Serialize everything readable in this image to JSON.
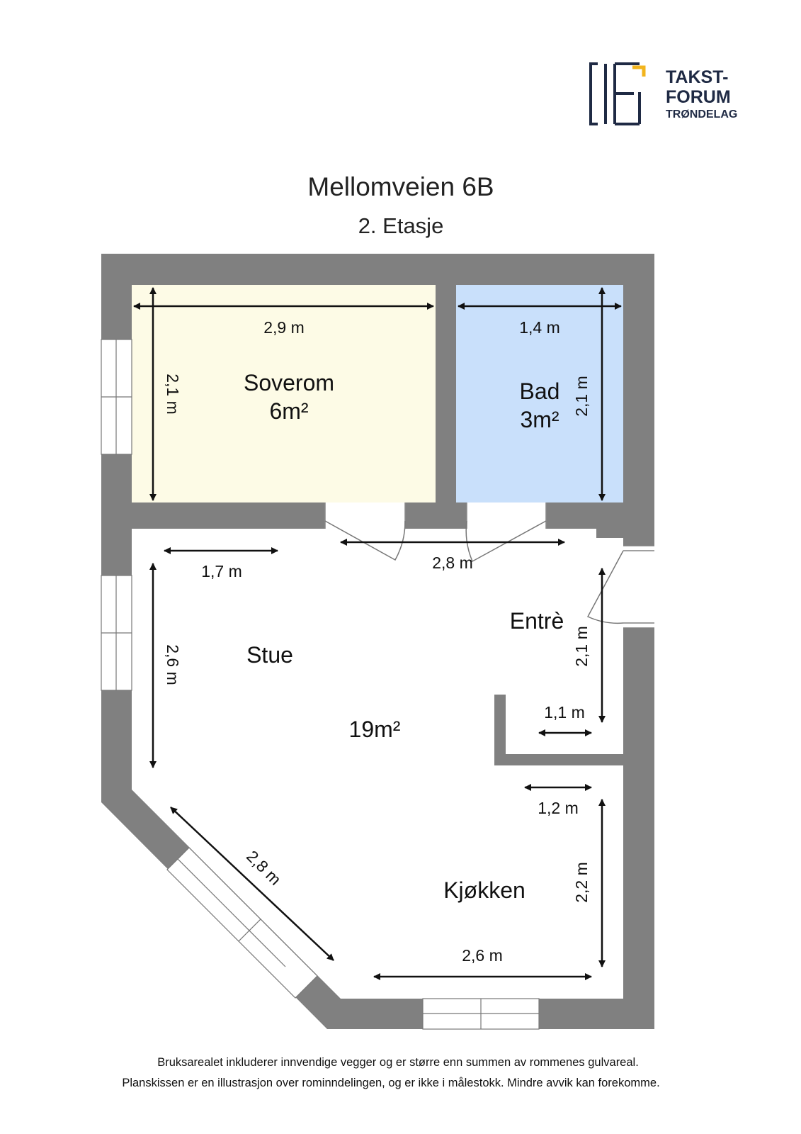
{
  "header": {
    "title": "Mellomveien 6B",
    "subtitle": "2. Etasje"
  },
  "logo": {
    "line1": "TAKST-",
    "line2": "FORUM",
    "line3": "TRØNDELAG",
    "colors": {
      "navy": "#1f2a44",
      "gold": "#f2b41d"
    }
  },
  "rooms": {
    "soverom": {
      "name": "Soverom",
      "area": "6m²"
    },
    "bad": {
      "name": "Bad",
      "area": "3m²"
    },
    "stue": {
      "name": "Stue",
      "area": "19m²"
    },
    "entre": {
      "name": "Entrè"
    },
    "kjokken": {
      "name": "Kjøkken"
    }
  },
  "dimensions": {
    "soverom_width": "2,9 m",
    "soverom_depth": "2,1 m",
    "bad_width": "1,4 m",
    "bad_depth": "2,1 m",
    "stue_width": "1,7 m",
    "hall_width": "2,8 m",
    "stue_depth": "2,6 m",
    "entre_depth": "2,1 m",
    "entre_width": "1,1 m",
    "kjokken_width_top": "1,2 m",
    "kjokken_depth": "2,2 m",
    "diagonal_wall": "2,8 m",
    "kjokken_width_bottom": "2,6 m"
  },
  "colors": {
    "wall": "#808080",
    "soverom_fill": "#fdfbe6",
    "bad_fill": "#c9e0fb",
    "floor": "#ffffff"
  },
  "footer": {
    "line1": "Bruksarealet inkluderer innvendige vegger og er større enn summen av rommenes gulvareal.",
    "line2": "Planskissen er en illustrasjon over rominndelingen, og er ikke i målestokk. Mindre avvik kan forekomme."
  }
}
